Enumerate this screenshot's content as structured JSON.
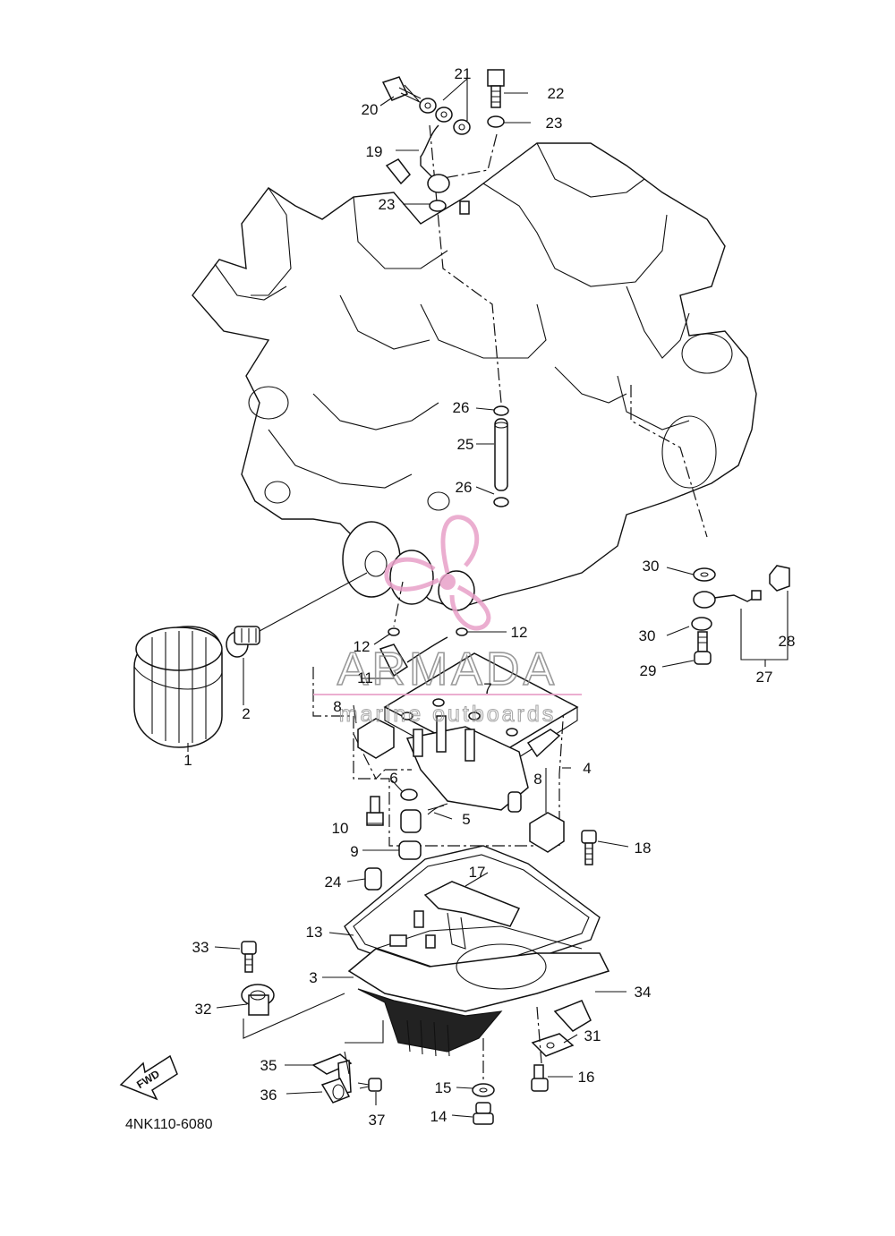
{
  "diagram": {
    "catalog_number": "4NK110-6080",
    "forward_arrow_label": "FWD",
    "watermark": {
      "brand": "ARMADA",
      "tagline": "marine outboards",
      "accent_color": "#e8a0c8"
    },
    "labels": [
      {
        "id": "1",
        "text": "1"
      },
      {
        "id": "2",
        "text": "2"
      },
      {
        "id": "3",
        "text": "3"
      },
      {
        "id": "4",
        "text": "4"
      },
      {
        "id": "5",
        "text": "5"
      },
      {
        "id": "6",
        "text": "6"
      },
      {
        "id": "7",
        "text": "7"
      },
      {
        "id": "8a",
        "text": "8"
      },
      {
        "id": "8b",
        "text": "8"
      },
      {
        "id": "9",
        "text": "9"
      },
      {
        "id": "10",
        "text": "10"
      },
      {
        "id": "11",
        "text": "11"
      },
      {
        "id": "12a",
        "text": "12"
      },
      {
        "id": "12b",
        "text": "12"
      },
      {
        "id": "13",
        "text": "13"
      },
      {
        "id": "14",
        "text": "14"
      },
      {
        "id": "15",
        "text": "15"
      },
      {
        "id": "16",
        "text": "16"
      },
      {
        "id": "17",
        "text": "17"
      },
      {
        "id": "18",
        "text": "18"
      },
      {
        "id": "19",
        "text": "19"
      },
      {
        "id": "20",
        "text": "20"
      },
      {
        "id": "21",
        "text": "21"
      },
      {
        "id": "22",
        "text": "22"
      },
      {
        "id": "23a",
        "text": "23"
      },
      {
        "id": "23b",
        "text": "23"
      },
      {
        "id": "24",
        "text": "24"
      },
      {
        "id": "25",
        "text": "25"
      },
      {
        "id": "26a",
        "text": "26"
      },
      {
        "id": "26b",
        "text": "26"
      },
      {
        "id": "27",
        "text": "27"
      },
      {
        "id": "28",
        "text": "28"
      },
      {
        "id": "29",
        "text": "29"
      },
      {
        "id": "30a",
        "text": "30"
      },
      {
        "id": "30b",
        "text": "30"
      },
      {
        "id": "31",
        "text": "31"
      },
      {
        "id": "32",
        "text": "32"
      },
      {
        "id": "33",
        "text": "33"
      },
      {
        "id": "34",
        "text": "34"
      },
      {
        "id": "35",
        "text": "35"
      },
      {
        "id": "36",
        "text": "36"
      },
      {
        "id": "37",
        "text": "37"
      }
    ]
  }
}
